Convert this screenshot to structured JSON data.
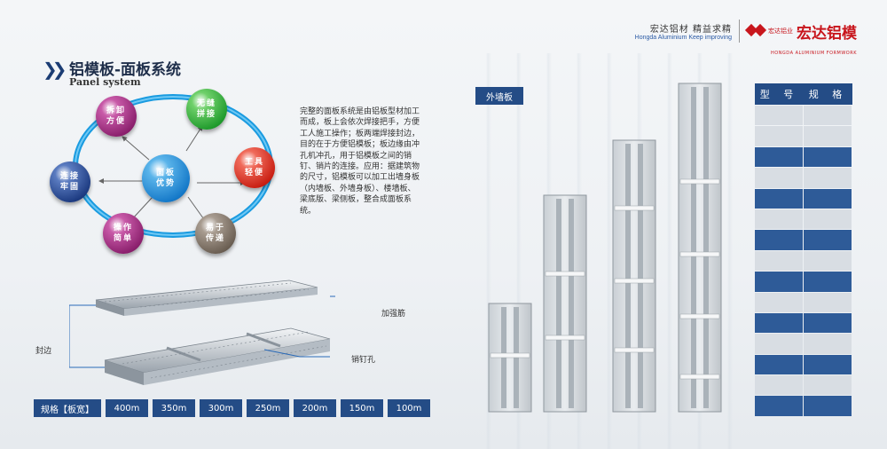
{
  "brand": {
    "slogan_cn": "宏达铝材 精益求精",
    "slogan_en": "Hongda Aluminium Keep improving",
    "logo_small": "宏达铝业",
    "logo_name": "宏达铝模",
    "logo_en": "HONGDA ALUMINIUM FORMWORK"
  },
  "header": {
    "chevrons": "❯❯",
    "title_cn": "铝模板-面板系统",
    "title_en": "Panel system"
  },
  "diagram": {
    "center": "面板优势",
    "items": [
      "拆卸方便",
      "无缝拼接",
      "工具轻便",
      "易于传递",
      "操作简单",
      "连接牢固"
    ],
    "colors": {
      "purple": "#8a1f6c",
      "green": "#1f9a2c",
      "red": "#c81e12",
      "navy": "#1c3a80",
      "gray": "#6a5e52",
      "blue": "#1478c8"
    }
  },
  "description": "完整的面板系统是由铝板型材加工而成，板上会依次焊接把手，方便工人施工操作；板两端焊接封边，目的在于方便铝模板；板边缘由冲孔机冲孔，用于铝模板之间的销钉、销片的连接。应用：据建筑物的尺寸，铝模板可以加工出墙身板（内墙板、外墙身板）、楼墙板、梁底版、梁侧板，整合成面板系统。",
  "annotations": {
    "stiffener": "加强筋",
    "edge": "封边",
    "pin_hole": "销钉孔"
  },
  "spec": {
    "label": "规格【板宽】",
    "values": [
      "400m",
      "350m",
      "300m",
      "250m",
      "200m",
      "150m",
      "100m"
    ]
  },
  "wall": {
    "label": "外墙板"
  },
  "table": {
    "headers": [
      "型 号",
      "规 格"
    ],
    "row_count": 15,
    "accent": "#244c86"
  }
}
